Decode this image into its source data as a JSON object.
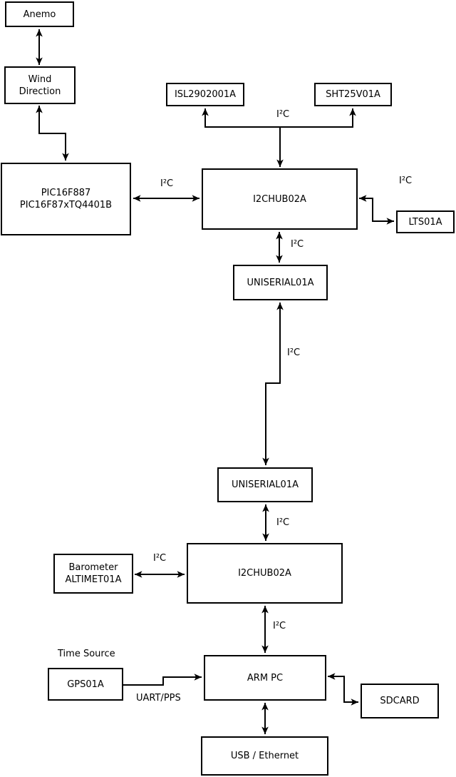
{
  "nodes": {
    "anemo": {
      "label": "Anemo"
    },
    "wind_direction": {
      "line1": "Wind",
      "line2": "Direction"
    },
    "pic": {
      "line1": "PIC16F887",
      "line2": "PIC16F87xTQ4401B"
    },
    "isl": {
      "label": "ISL2902001A"
    },
    "sht": {
      "label": "SHT25V01A"
    },
    "i2chub_1": {
      "label": "I2CHUB02A"
    },
    "lts": {
      "label": "LTS01A"
    },
    "uniserial_1": {
      "label": "UNISERIAL01A"
    },
    "uniserial_2": {
      "label": "UNISERIAL01A"
    },
    "barometer": {
      "line1": "Barometer",
      "line2": "ALTIMET01A"
    },
    "i2chub_2": {
      "label": "I2CHUB02A"
    },
    "gps": {
      "label": "GPS01A"
    },
    "arm_pc": {
      "label": "ARM PC"
    },
    "sdcard": {
      "label": "SDCARD"
    },
    "usb_ethernet": {
      "label": "USB / Ethernet"
    }
  },
  "labels": {
    "i2c_sensors_top": "I²C",
    "i2c_pic_hub": "I²C",
    "i2c_lts": "I²C",
    "i2c_hub1_uniserial1": "I²C",
    "i2c_uniserial_link": "I²C",
    "i2c_uniserial2_hub2": "I²C",
    "i2c_barometer_hub2": "I²C",
    "i2c_hub2_armpc": "I²C",
    "time_source": "Time Source",
    "uart_pps": "UART/PPS"
  },
  "edges": [
    {
      "from": "Anemo",
      "to": "Wind Direction",
      "direction": "both",
      "label": ""
    },
    {
      "from": "Wind Direction",
      "to": "PIC16F887 PIC16F87xTQ4401B",
      "direction": "both",
      "label": ""
    },
    {
      "from": "PIC16F887 PIC16F87xTQ4401B",
      "to": "I2CHUB02A (1)",
      "direction": "both",
      "label": "I²C"
    },
    {
      "from": "I2CHUB02A (1)",
      "to": "ISL2902001A",
      "direction": "both",
      "label": "I²C"
    },
    {
      "from": "I2CHUB02A (1)",
      "to": "SHT25V01A",
      "direction": "both",
      "label": "I²C"
    },
    {
      "from": "I2CHUB02A (1)",
      "to": "LTS01A",
      "direction": "both",
      "label": "I²C"
    },
    {
      "from": "I2CHUB02A (1)",
      "to": "UNISERIAL01A (1)",
      "direction": "both",
      "label": "I²C"
    },
    {
      "from": "UNISERIAL01A (1)",
      "to": "UNISERIAL01A (2)",
      "direction": "both",
      "label": "I²C"
    },
    {
      "from": "UNISERIAL01A (2)",
      "to": "I2CHUB02A (2)",
      "direction": "both",
      "label": "I²C"
    },
    {
      "from": "Barometer ALTIMET01A",
      "to": "I2CHUB02A (2)",
      "direction": "both",
      "label": "I²C"
    },
    {
      "from": "I2CHUB02A (2)",
      "to": "ARM PC",
      "direction": "both",
      "label": "I²C"
    },
    {
      "from": "GPS01A",
      "to": "ARM PC",
      "direction": "to",
      "label": "UART/PPS"
    },
    {
      "from": "ARM PC",
      "to": "SDCARD",
      "direction": "both",
      "label": ""
    },
    {
      "from": "ARM PC",
      "to": "USB / Ethernet",
      "direction": "both",
      "label": ""
    }
  ],
  "colors": {
    "line": "#000000",
    "background": "#ffffff",
    "box_fill": "#ffffff"
  }
}
